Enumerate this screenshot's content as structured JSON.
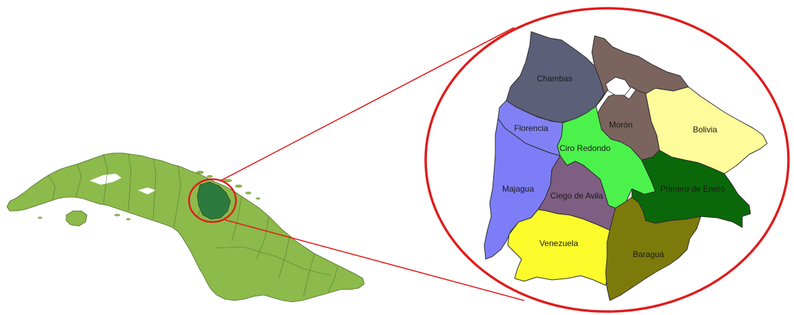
{
  "map": {
    "colors": {
      "cuba_land": "#8cba4b",
      "highlight_province": "#2d7a3e",
      "callout_ring": "#e01b1b",
      "water_hole": "#ffffff"
    },
    "municipalities": [
      {
        "id": "chambas",
        "label": "Chambas",
        "color": "#5b5f77"
      },
      {
        "id": "moron",
        "label": "Morón",
        "color": "#7b645e"
      },
      {
        "id": "florencia",
        "label": "Florencia",
        "color": "#8181f5"
      },
      {
        "id": "ciro-redondo",
        "label": "Ciro Redondo",
        "color": "#4cf24c"
      },
      {
        "id": "bolivia",
        "label": "Bolivia",
        "color": "#fdfb9a"
      },
      {
        "id": "majagua",
        "label": "Majagua",
        "color": "#7d7df7"
      },
      {
        "id": "ciego-de-avila",
        "label": "Ciego de Avila",
        "color": "#7e5e82"
      },
      {
        "id": "primero-de-enero",
        "label": "Primero de Enero",
        "color": "#0a680a"
      },
      {
        "id": "venezuela",
        "label": "Venezuela",
        "color": "#fbfb2c"
      },
      {
        "id": "baragua",
        "label": "Baraguá",
        "color": "#7d7a0c"
      }
    ]
  }
}
